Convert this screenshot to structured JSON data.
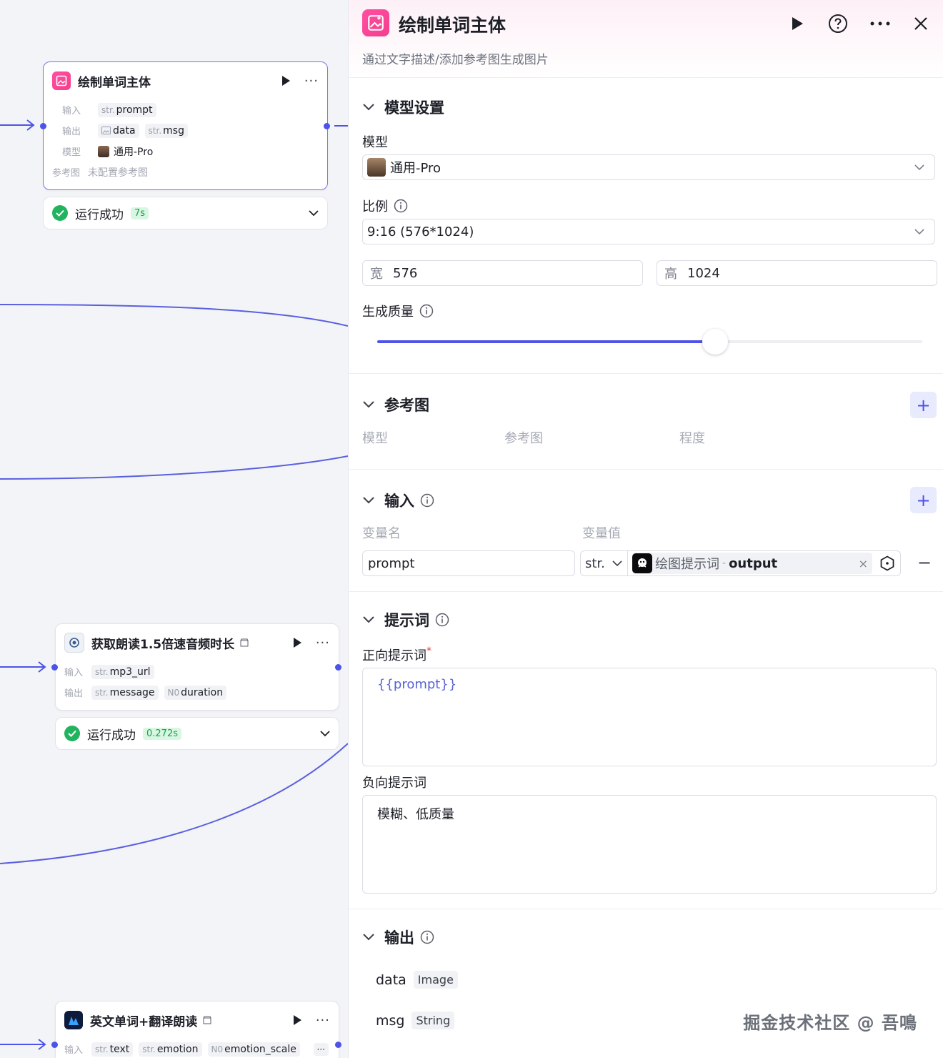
{
  "canvas": {
    "node1": {
      "title": "绘制单词主体",
      "input_label": "输入",
      "input_type": "str.",
      "input_name": "prompt",
      "output_label": "输出",
      "output_1_name": "data",
      "output_2_type": "str.",
      "output_2_name": "msg",
      "model_label": "模型",
      "model_value": "通用-Pro",
      "ref_label": "参考图",
      "ref_value": "未配置参考图",
      "status": "运行成功",
      "time": "7s"
    },
    "node2": {
      "title": "获取朗读1.5倍速音频时长",
      "input_label": "输入",
      "input_type": "str.",
      "input_name": "mp3_url",
      "output_label": "输出",
      "output_1_type": "str.",
      "output_1_name": "message",
      "output_2_type": "N0",
      "output_2_name": "duration",
      "status": "运行成功",
      "time": "0.272s"
    },
    "node3": {
      "title": "英文单词+翻译朗读",
      "input_label": "输入",
      "input_1_type": "str.",
      "input_1_name": "text",
      "input_2_type": "str.",
      "input_2_name": "emotion",
      "input_3_type": "N0",
      "input_3_name": "emotion_scale",
      "more": "···"
    }
  },
  "panel": {
    "title": "绘制单词主体",
    "description": "通过文字描述/添加参考图生成图片",
    "model_section": {
      "title": "模型设置",
      "model_label": "模型",
      "model_value": "通用-Pro",
      "ratio_label": "比例",
      "ratio_value": "9:16 (576*1024)",
      "width_prefix": "宽",
      "width_value": "576",
      "height_prefix": "高",
      "height_value": "1024",
      "quality_label": "生成质量",
      "quality_level": 0.62
    },
    "ref_section": {
      "title": "参考图",
      "col_model": "模型",
      "col_ref": "参考图",
      "col_degree": "程度"
    },
    "input_section": {
      "title": "输入",
      "col_name": "变量名",
      "col_value": "变量值",
      "var_name": "prompt",
      "var_type": "str.",
      "ref_node": "绘图提示词",
      "ref_sep": "-",
      "ref_field": "output"
    },
    "prompt_section": {
      "title": "提示词",
      "positive_label": "正向提示词",
      "required_mark": "*",
      "positive_value": "{{prompt}}",
      "negative_label": "负向提示词",
      "negative_value": "模糊、低质量"
    },
    "output_section": {
      "title": "输出",
      "items": [
        {
          "name": "data",
          "type": "Image"
        },
        {
          "name": "msg",
          "type": "String"
        }
      ]
    }
  },
  "watermark": "掘金技术社区 @ 吾鳴",
  "colors": {
    "accent": "#4d53e8",
    "success": "#22b35e",
    "brand_pink": "#f43f8a"
  }
}
